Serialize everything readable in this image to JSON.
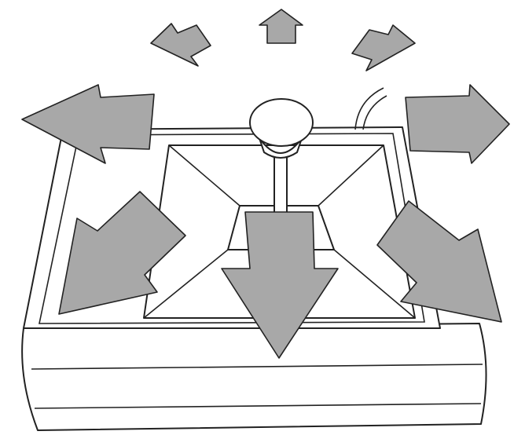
{
  "illustration": {
    "subject": "joystick",
    "direction_arrows": [
      "up",
      "up-left",
      "up-right",
      "left",
      "right",
      "down-left",
      "down",
      "down-right"
    ],
    "colors": {
      "arrow_fill": "#a8a8a8",
      "line": "#222222",
      "background": "#ffffff"
    }
  }
}
